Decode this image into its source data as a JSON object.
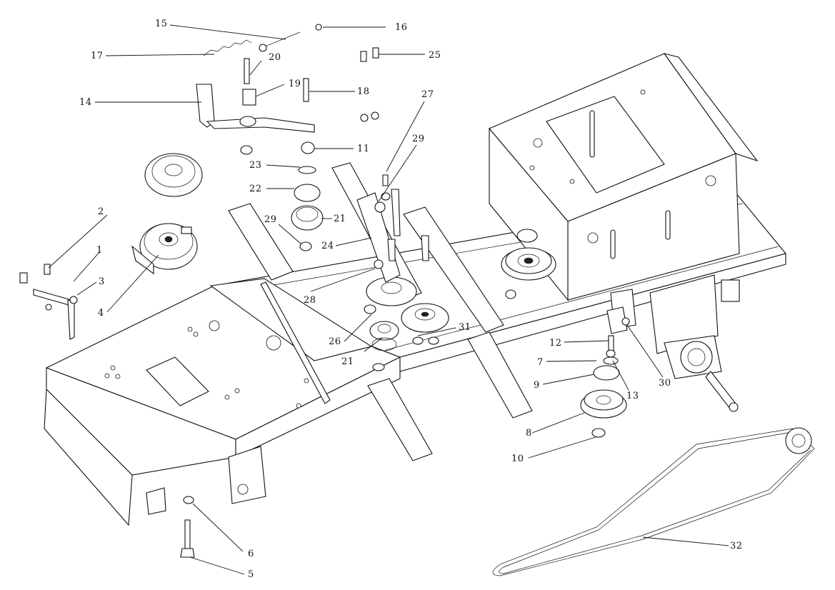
{
  "diagram": {
    "callouts": [
      {
        "id": "1",
        "text": "1"
      },
      {
        "id": "2",
        "text": "2"
      },
      {
        "id": "3",
        "text": "3"
      },
      {
        "id": "4",
        "text": "4"
      },
      {
        "id": "5",
        "text": "5"
      },
      {
        "id": "6",
        "text": "6"
      },
      {
        "id": "7",
        "text": "7"
      },
      {
        "id": "8",
        "text": "8"
      },
      {
        "id": "9",
        "text": "9"
      },
      {
        "id": "10",
        "text": "10"
      },
      {
        "id": "11",
        "text": "11"
      },
      {
        "id": "12",
        "text": "12"
      },
      {
        "id": "13",
        "text": "13"
      },
      {
        "id": "14",
        "text": "14"
      },
      {
        "id": "15",
        "text": "15"
      },
      {
        "id": "16",
        "text": "16"
      },
      {
        "id": "17",
        "text": "17"
      },
      {
        "id": "18",
        "text": "18"
      },
      {
        "id": "19",
        "text": "19"
      },
      {
        "id": "20",
        "text": "20"
      },
      {
        "id": "21a",
        "text": "21"
      },
      {
        "id": "21b",
        "text": "21"
      },
      {
        "id": "22",
        "text": "22"
      },
      {
        "id": "23",
        "text": "23"
      },
      {
        "id": "24",
        "text": "24"
      },
      {
        "id": "25",
        "text": "25"
      },
      {
        "id": "26",
        "text": "26"
      },
      {
        "id": "27",
        "text": "27"
      },
      {
        "id": "28",
        "text": "28"
      },
      {
        "id": "29a",
        "text": "29"
      },
      {
        "id": "29b",
        "text": "29"
      },
      {
        "id": "30",
        "text": "30"
      },
      {
        "id": "31",
        "text": "31"
      },
      {
        "id": "32",
        "text": "32"
      }
    ]
  }
}
